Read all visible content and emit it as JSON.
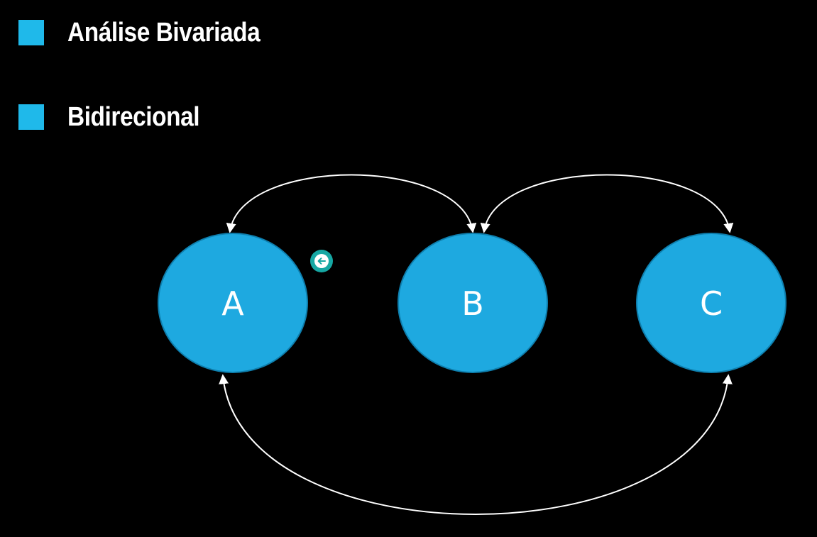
{
  "bullets": [
    {
      "text": "Análise Bivariada"
    },
    {
      "text": "Bidirecional"
    }
  ],
  "nodes": [
    {
      "label": "A"
    },
    {
      "label": "B"
    },
    {
      "label": "C"
    }
  ],
  "colors": {
    "background": "#000000",
    "accent": "#1fb9ea",
    "node_fill": "#1ea9e0",
    "node_stroke": "#0e7fae",
    "arrow": "#ffffff",
    "cursor": "#16a7a3"
  },
  "icons": {
    "cursor": "arrow-left-icon"
  }
}
